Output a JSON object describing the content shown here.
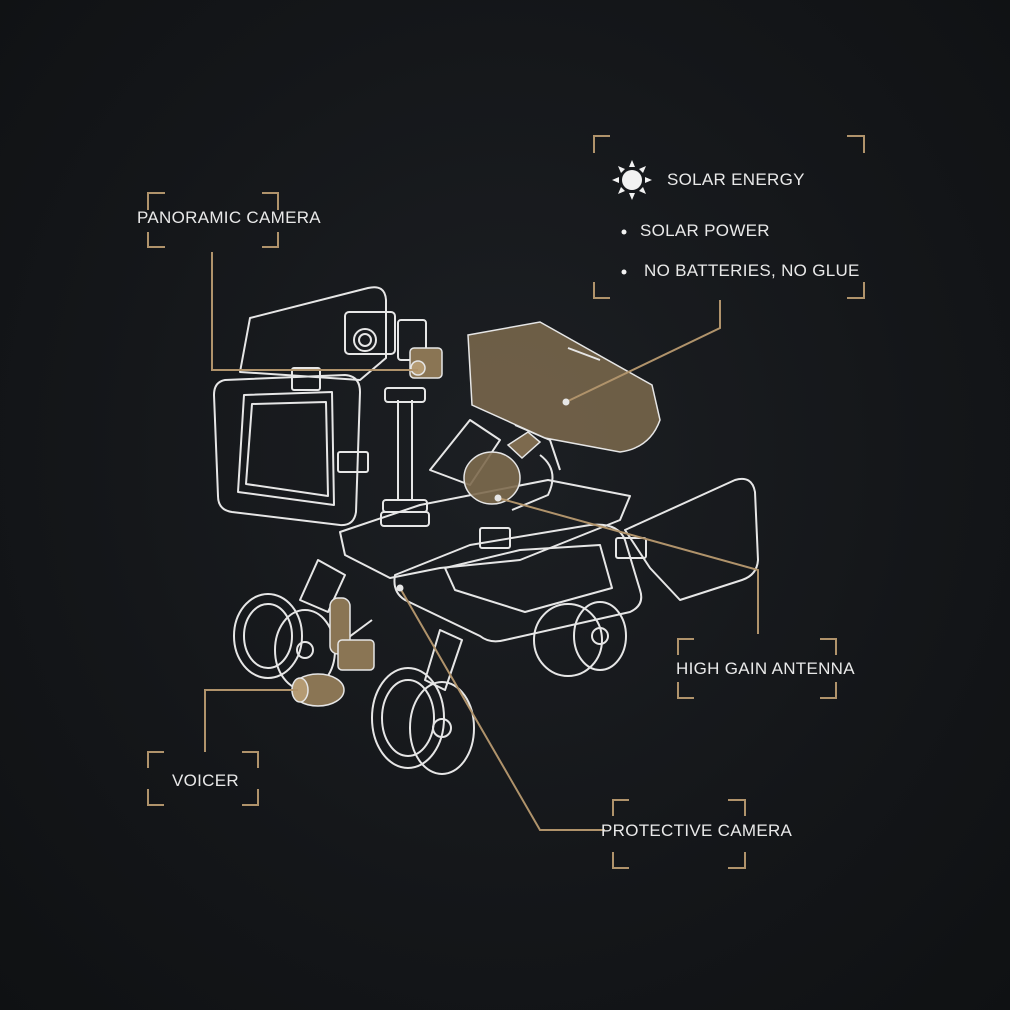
{
  "colors": {
    "background": "#141619",
    "accent": "#b0936b",
    "accent_fill": "#7d6a4e",
    "line": "#e6e6e6",
    "text": "#e9e9e9"
  },
  "features": {
    "panoramic_camera": "PANORAMIC CAMERA",
    "solar_energy": "SOLAR ENERGY",
    "solar_power": "SOLAR POWER",
    "no_batteries": "NO BATTERIES, NO GLUE",
    "high_gain_antenna": "HIGH GAIN ANTENNA",
    "voicer": "VOICER",
    "protective_camera": "PROTECTIVE CAMERA"
  },
  "icons": {
    "solar": "sun-icon",
    "bullet": "dot-bullet-icon"
  }
}
